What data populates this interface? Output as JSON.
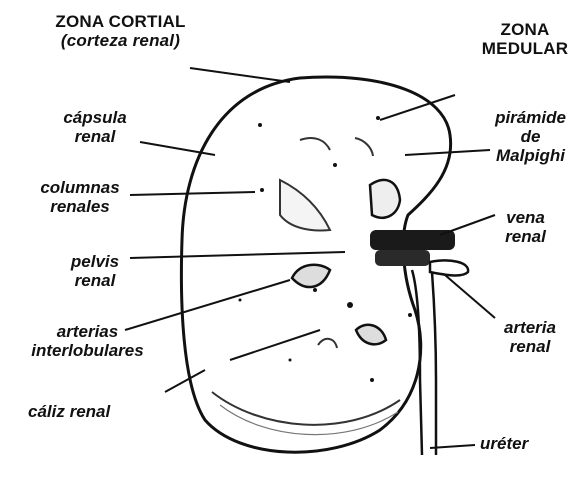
{
  "labels": {
    "zona_cortial": {
      "line1": "ZONA CORTIAL",
      "line2": "(corteza renal)"
    },
    "zona_medular": {
      "line1": "ZONA",
      "line2": "MEDULAR"
    },
    "capsula": {
      "line1": "cápsula",
      "line2": "renal"
    },
    "columnas": {
      "line1": "columnas",
      "line2": "renales"
    },
    "pelvis": {
      "line1": "pelvis",
      "line2": "renal"
    },
    "arterias": {
      "line1": "arterias",
      "line2": "interlobulares"
    },
    "caliz": {
      "line1": "cáliz renal"
    },
    "piramide": {
      "line1": "pirámide",
      "line2": "de",
      "line3": "Malpighi"
    },
    "vena": {
      "line1": "vena",
      "line2": "renal"
    },
    "arteria": {
      "line1": "arteria",
      "line2": "renal"
    },
    "ureter": {
      "line1": "uréter"
    }
  },
  "colors": {
    "ink": "#111111",
    "vessel": "#1a1a1a",
    "background": "#ffffff"
  }
}
